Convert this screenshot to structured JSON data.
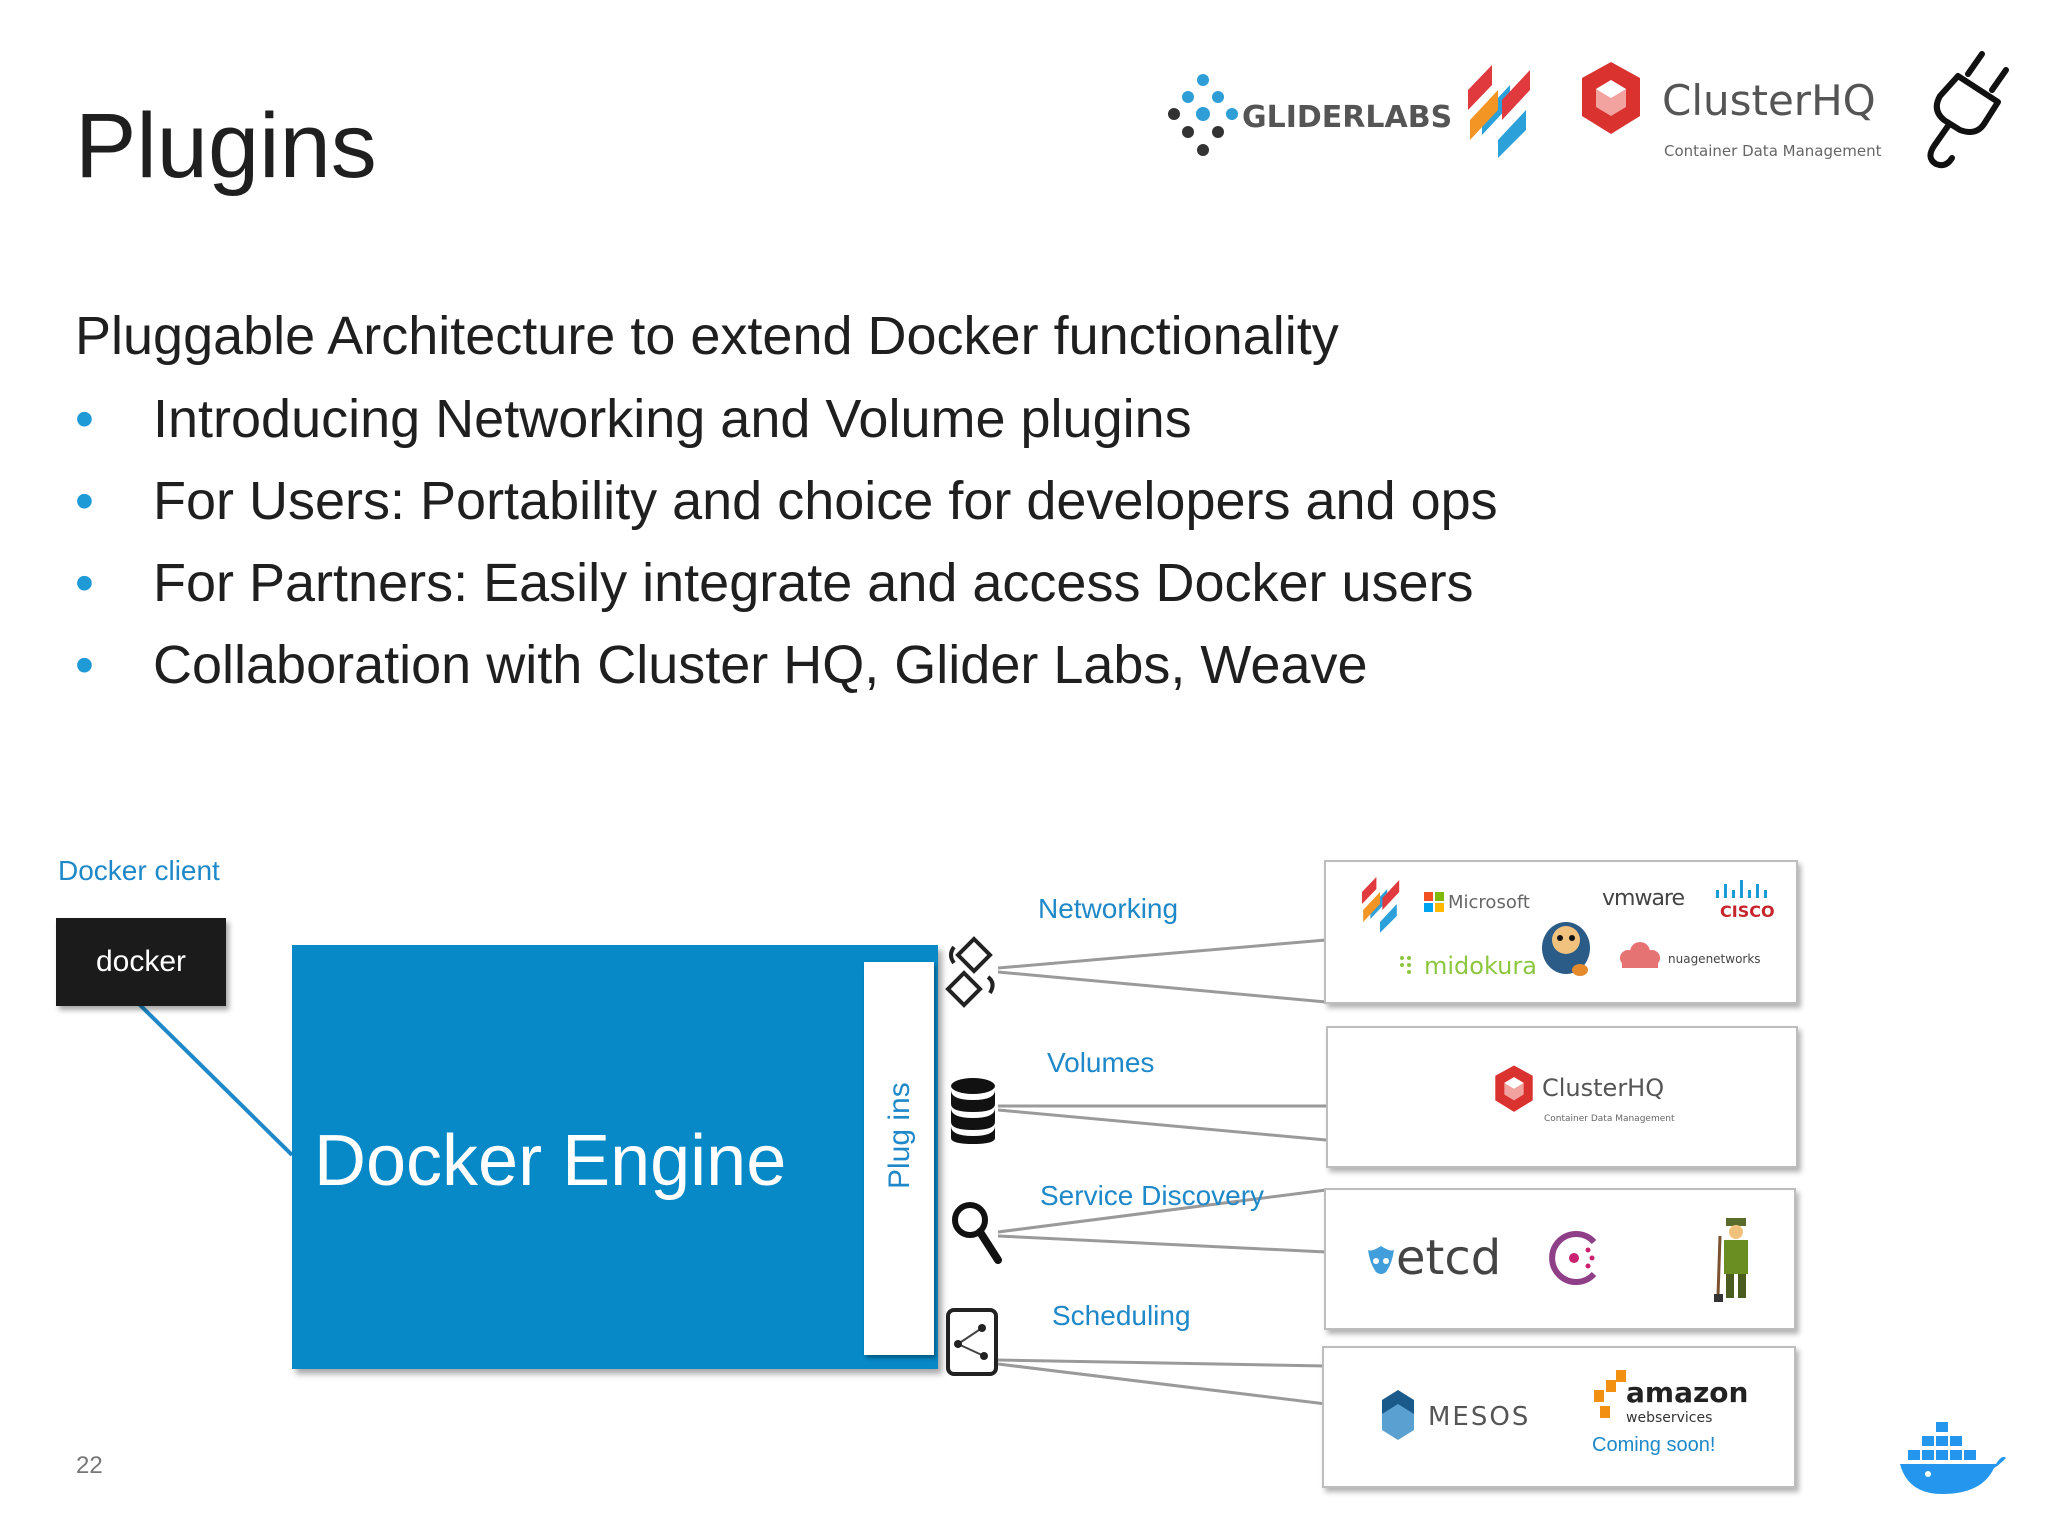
{
  "slide": {
    "title": "Plugins",
    "intro": "Pluggable Architecture to extend Docker functionality",
    "bullets": [
      "Introducing Networking and Volume plugins",
      "For Users: Portability and choice for developers and ops",
      "For Partners: Easily integrate and access Docker users",
      "Collaboration with Cluster HQ, Glider Labs, Weave"
    ],
    "bullet_symbol": "•",
    "page_number": "22"
  },
  "header_logos": {
    "gliderlabs": "GLIDERLABS",
    "clusterhq": "ClusterHQ",
    "clusterhq_tagline": "Container Data Management"
  },
  "diagram": {
    "client_label": "Docker client",
    "client_box": "docker",
    "engine_label": "Docker Engine",
    "plugins_label": "Plug ins",
    "categories": {
      "networking": "Networking",
      "volumes": "Volumes",
      "service_discovery": "Service Discovery",
      "scheduling": "Scheduling"
    },
    "partners": {
      "networking": {
        "microsoft": "Microsoft",
        "vmware": "vmware",
        "cisco": "CISCO",
        "midokura": "midokura",
        "nuage": "nuagenetworks"
      },
      "volumes": {
        "clusterhq": "ClusterHQ",
        "clusterhq_tagline": "Container Data Management"
      },
      "service_discovery": {
        "etcd": "etcd"
      },
      "scheduling": {
        "mesos": "MESOS",
        "amazon": "amazon",
        "amazon_sub": "webservices",
        "coming_soon": "Coming soon!"
      }
    }
  },
  "colors": {
    "accent_blue": "#1e88c8",
    "engine_blue": "#0689c6",
    "bullet_blue": "#1e9ad6",
    "client_box": "#1b1b1b",
    "clusterhq_red": "#d9322f"
  },
  "icons": [
    "gliderlabs-logo-icon",
    "weave-logo-icon",
    "clusterhq-logo-icon",
    "plug-icon",
    "networking-icon",
    "database-icon",
    "magnifier-icon",
    "scheduling-icon",
    "docker-whale-icon",
    "consul-logo-icon",
    "zookeeper-keeper-icon",
    "mesos-logo-icon"
  ]
}
